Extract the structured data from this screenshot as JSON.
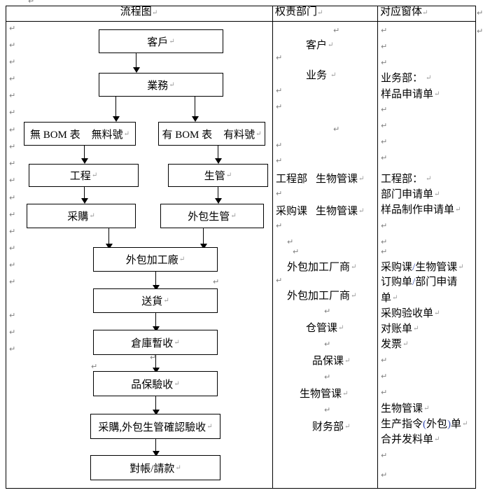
{
  "document": {
    "type": "process-flowchart-table",
    "language": "zh",
    "paragraph_mark": "↵"
  },
  "table": {
    "headers": [
      {
        "label": "流程图",
        "name": "flowchart"
      },
      {
        "label": "权责部门",
        "name": "responsible-department"
      },
      {
        "label": "对应窗体",
        "name": "corresponding-form"
      }
    ]
  },
  "flowchart": {
    "nodes": [
      {
        "id": "customer",
        "label": "客戶"
      },
      {
        "id": "sales",
        "label": "業務"
      },
      {
        "id": "no-bom",
        "label_a": "無 BOM 表",
        "label_b": "無料號"
      },
      {
        "id": "has-bom",
        "label_a": "有 BOM 表",
        "label_b": "有料號"
      },
      {
        "id": "engineering",
        "label": "工程"
      },
      {
        "id": "prod-ctrl",
        "label": "生管"
      },
      {
        "id": "purchasing",
        "label": "采購"
      },
      {
        "id": "outsrc-pc",
        "label": "外包生管"
      },
      {
        "id": "outsrc-fac",
        "label": "外包加工廠"
      },
      {
        "id": "delivery",
        "label": "送貨"
      },
      {
        "id": "warehouse",
        "label": "倉庫暫收"
      },
      {
        "id": "qa-check",
        "label": "品保驗收"
      },
      {
        "id": "confirm",
        "label": "采購,外包生管確認驗收"
      },
      {
        "id": "billing",
        "label": "對帳/請款"
      }
    ]
  },
  "departments": [
    {
      "id": "d-customer",
      "label": "客户"
    },
    {
      "id": "d-sales",
      "label": "业务"
    },
    {
      "id": "d-eng",
      "label_a": "工程部",
      "label_b": "生物管课"
    },
    {
      "id": "d-purch",
      "label_a": "采购课",
      "label_b": "生物管课"
    },
    {
      "id": "d-vendor1",
      "label": "外包加工厂商"
    },
    {
      "id": "d-vendor2",
      "label": "外包加工厂商"
    },
    {
      "id": "d-wh",
      "label": "仓管课"
    },
    {
      "id": "d-qa",
      "label": "品保课"
    },
    {
      "id": "d-bio",
      "label": "生物管课"
    },
    {
      "id": "d-fin",
      "label": "财务部"
    }
  ],
  "forms": [
    {
      "id": "f-sales-title",
      "label": "业务部："
    },
    {
      "id": "f-sales-1",
      "label": "样品申请单"
    },
    {
      "id": "f-eng-title",
      "label": "工程部："
    },
    {
      "id": "f-eng-1",
      "label": "部门申请单"
    },
    {
      "id": "f-eng-2",
      "label": "样品制作申请单"
    },
    {
      "id": "f-purch-title",
      "label_a": "采购课",
      "sep": "/",
      "label_b": "生物管课"
    },
    {
      "id": "f-purch-1",
      "label_a": "订购单",
      "sep": "/",
      "label_b": "部门申请"
    },
    {
      "id": "f-purch-1b",
      "label": "单"
    },
    {
      "id": "f-purch-2",
      "label": "采购验收单"
    },
    {
      "id": "f-purch-3",
      "label": "对账单"
    },
    {
      "id": "f-purch-4",
      "label": "发票"
    },
    {
      "id": "f-bio-title",
      "label": "生物管课"
    },
    {
      "id": "f-bio-1",
      "label_a": "生产指令",
      "paren_open": "(",
      "label_b": "外包",
      "paren_close": ")",
      "label_c": "单"
    },
    {
      "id": "f-bio-2",
      "label": "合并发料单"
    }
  ]
}
